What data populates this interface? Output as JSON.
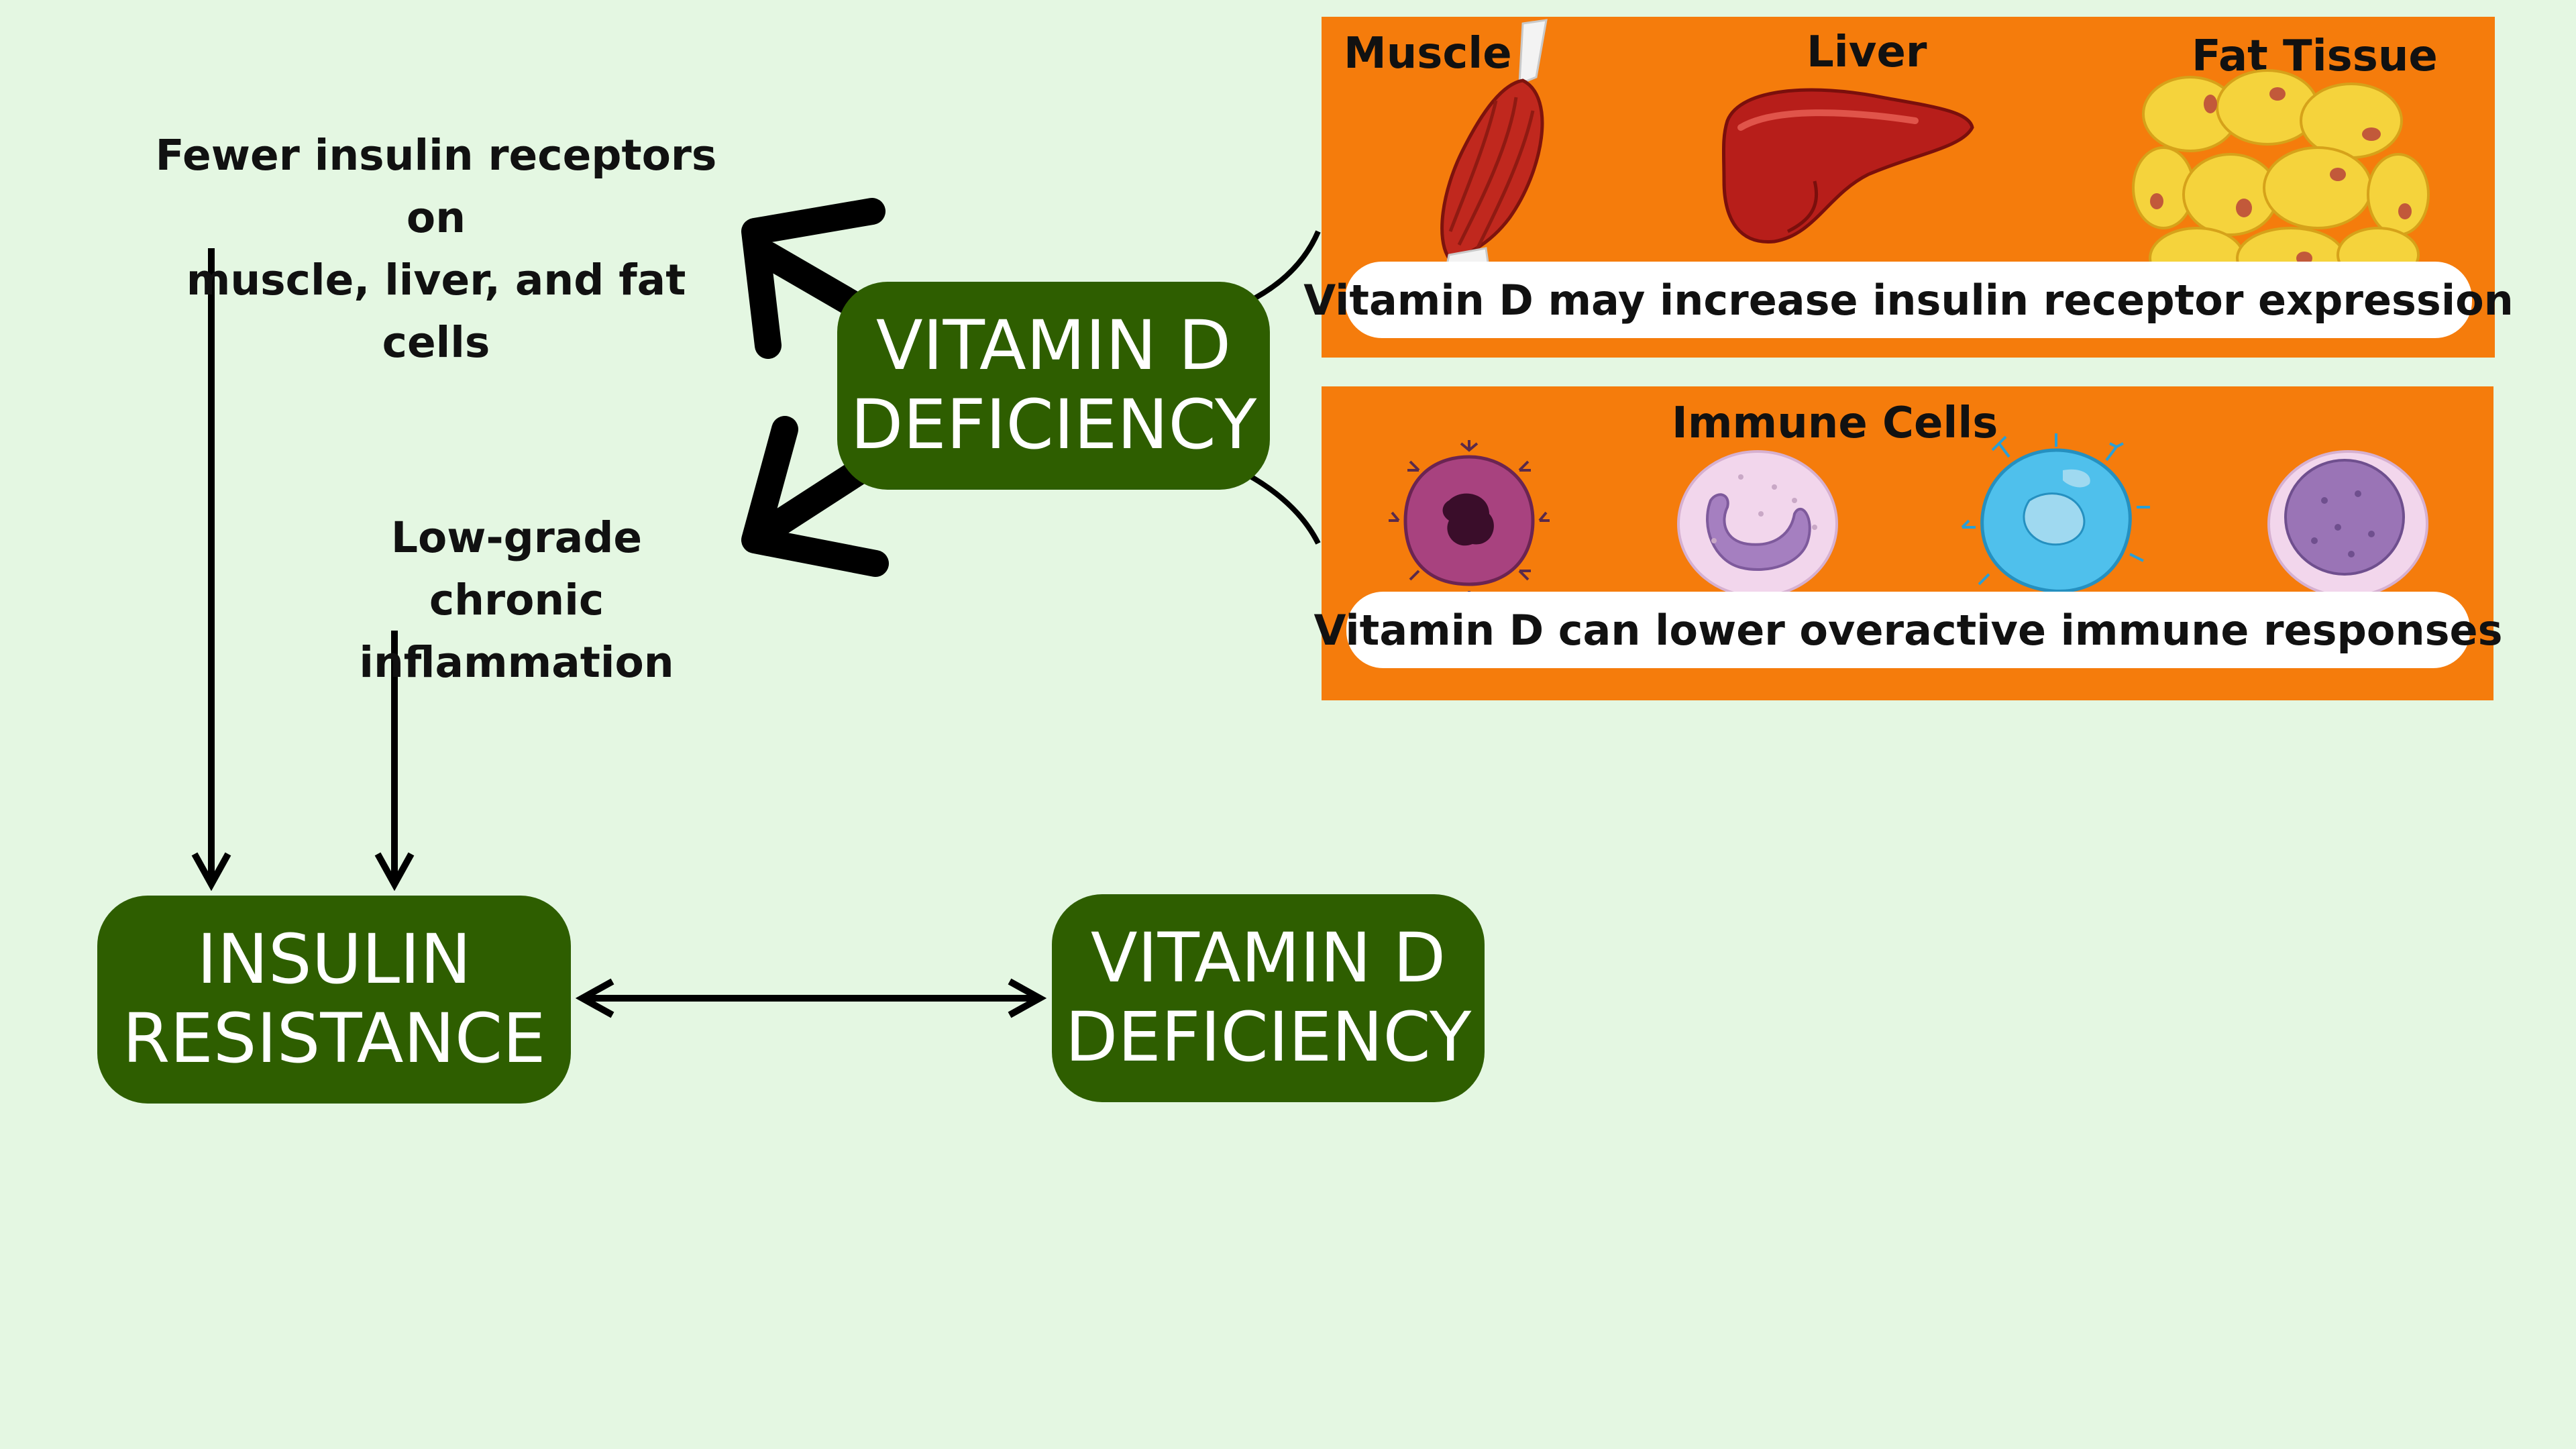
{
  "nodes": {
    "vitamin_d_top": {
      "line1": "VITAMIN D",
      "line2": "DEFICIENCY"
    },
    "insulin_resistance": {
      "line1": "INSULIN",
      "line2": "RESISTANCE"
    },
    "vitamin_d_bottom": {
      "line1": "VITAMIN D",
      "line2": "DEFICIENCY"
    }
  },
  "labels": {
    "receptors_line1": "Fewer insulin receptors on",
    "receptors_line2": "muscle, liver, and fat cells",
    "inflammation_line1": "Low-grade chronic",
    "inflammation_line2": "inflammation"
  },
  "organs_panel": {
    "muscle": "Muscle",
    "liver": "Liver",
    "fat": "Fat Tissue",
    "caption": "Vitamin D may increase insulin receptor expression"
  },
  "immune_panel": {
    "title": "Immune Cells",
    "caption": "Vitamin D can lower overactive immune responses"
  },
  "colors": {
    "background": "#e4f7e2",
    "node": "#2e5e00",
    "panel": "#f57c0c"
  }
}
